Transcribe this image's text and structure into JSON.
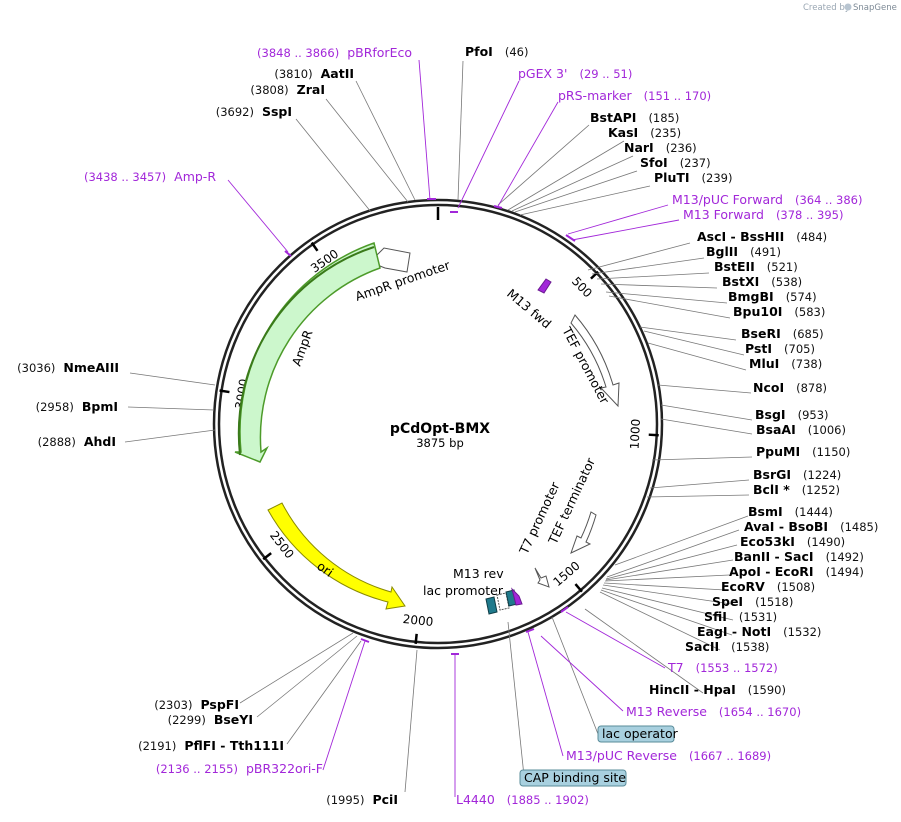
{
  "credit": {
    "created_by": "Created by",
    "brand": "SnapGene"
  },
  "plasmid": {
    "name": "pCdOpt-BMX",
    "length_label": "3875 bp",
    "length": 3875
  },
  "ring_ticks": [
    {
      "pos": 500,
      "label": "500"
    },
    {
      "pos": 1000,
      "label": "1000"
    },
    {
      "pos": 1500,
      "label": "1500"
    },
    {
      "pos": 2000,
      "label": "2000"
    },
    {
      "pos": 2500,
      "label": "2500"
    },
    {
      "pos": 3000,
      "label": "3000"
    },
    {
      "pos": 3500,
      "label": "3500"
    }
  ],
  "sites_right": [
    {
      "name": "PfoI",
      "pos": "(46)"
    },
    {
      "name": "BstAPI",
      "pos": "(185)"
    },
    {
      "name": "KasI",
      "pos": "(235)"
    },
    {
      "name": "NarI",
      "pos": "(236)"
    },
    {
      "name": "SfoI",
      "pos": "(237)"
    },
    {
      "name": "PluTI",
      "pos": "(239)"
    },
    {
      "name": "AscI - BssHII",
      "pos": "(484)"
    },
    {
      "name": "BglII",
      "pos": "(491)"
    },
    {
      "name": "BstEII",
      "pos": "(521)"
    },
    {
      "name": "BstXI",
      "pos": "(538)"
    },
    {
      "name": "BmgBI",
      "pos": "(574)"
    },
    {
      "name": "Bpu10I",
      "pos": "(583)"
    },
    {
      "name": "BseRI",
      "pos": "(685)"
    },
    {
      "name": "PstI",
      "pos": "(705)"
    },
    {
      "name": "MluI",
      "pos": "(738)"
    },
    {
      "name": "NcoI",
      "pos": "(878)"
    },
    {
      "name": "BsgI",
      "pos": "(953)"
    },
    {
      "name": "BsaAI",
      "pos": "(1006)"
    },
    {
      "name": "PpuMI",
      "pos": "(1150)"
    },
    {
      "name": "BsrGI",
      "pos": "(1224)"
    },
    {
      "name": "BclI *",
      "pos": "(1252)"
    },
    {
      "name": "BsmI",
      "pos": "(1444)"
    },
    {
      "name": "AvaI - BsoBI",
      "pos": "(1485)"
    },
    {
      "name": "Eco53kI",
      "pos": "(1490)"
    },
    {
      "name": "BanII - SacI",
      "pos": "(1492)"
    },
    {
      "name": "ApoI - EcoRI",
      "pos": "(1494)"
    },
    {
      "name": "EcoRV",
      "pos": "(1508)"
    },
    {
      "name": "SpeI",
      "pos": "(1518)"
    },
    {
      "name": "SfiI",
      "pos": "(1531)"
    },
    {
      "name": "EagI - NotI",
      "pos": "(1532)"
    },
    {
      "name": "SacII",
      "pos": "(1538)"
    },
    {
      "name": "HincII - HpaI",
      "pos": "(1590)"
    }
  ],
  "sites_left": [
    {
      "name": "AatII",
      "pos": "(3810)"
    },
    {
      "name": "ZraI",
      "pos": "(3808)"
    },
    {
      "name": "SspI",
      "pos": "(3692)"
    },
    {
      "name": "NmeAIII",
      "pos": "(3036)"
    },
    {
      "name": "BpmI",
      "pos": "(2958)"
    },
    {
      "name": "AhdI",
      "pos": "(2888)"
    },
    {
      "name": "PspFI",
      "pos": "(2303)"
    },
    {
      "name": "BseYI",
      "pos": "(2299)"
    },
    {
      "name": "PflFI - Tth111I",
      "pos": "(2191)"
    },
    {
      "name": "PciI",
      "pos": "(1995)"
    }
  ],
  "primers": [
    {
      "name": "pBRforEco",
      "range": "(3848 .. 3866)"
    },
    {
      "name": "pGEX 3'",
      "range": "(29 .. 51)"
    },
    {
      "name": "pRS-marker",
      "range": "(151 .. 170)"
    },
    {
      "name": "M13/pUC Forward",
      "range": "(364 .. 386)"
    },
    {
      "name": "M13 Forward",
      "range": "(378 .. 395)"
    },
    {
      "name": "Amp-R",
      "range": "(3438 .. 3457)"
    },
    {
      "name": "T7",
      "range": "(1553 .. 1572)"
    },
    {
      "name": "M13 Reverse",
      "range": "(1654 .. 1670)"
    },
    {
      "name": "M13/pUC Reverse",
      "range": "(1667 .. 1689)"
    },
    {
      "name": "pBR322ori-F",
      "range": "(2136 .. 2155)"
    },
    {
      "name": "L4440",
      "range": "(1885 .. 1902)"
    }
  ],
  "misc_features": [
    {
      "name": "lac operator"
    },
    {
      "name": "CAP binding site"
    }
  ],
  "inner_features": [
    {
      "name": "AmpR promoter"
    },
    {
      "name": "AmpR"
    },
    {
      "name": "M13 fwd"
    },
    {
      "name": "TEF promoter"
    },
    {
      "name": "T7 promoter"
    },
    {
      "name": "TEF terminator"
    },
    {
      "name": "M13 rev"
    },
    {
      "name": "lac promoter"
    },
    {
      "name": "ori"
    }
  ],
  "colors": {
    "primer": "#a227d9",
    "backbone": "#222222",
    "ampr_fill": "#ccf7cc",
    "ampr_stroke": "#4d9b2a",
    "ori_fill": "#ffff00",
    "misc_fill": "#a8d0df",
    "teal": "#1f7a8c",
    "tick": "#000000"
  }
}
